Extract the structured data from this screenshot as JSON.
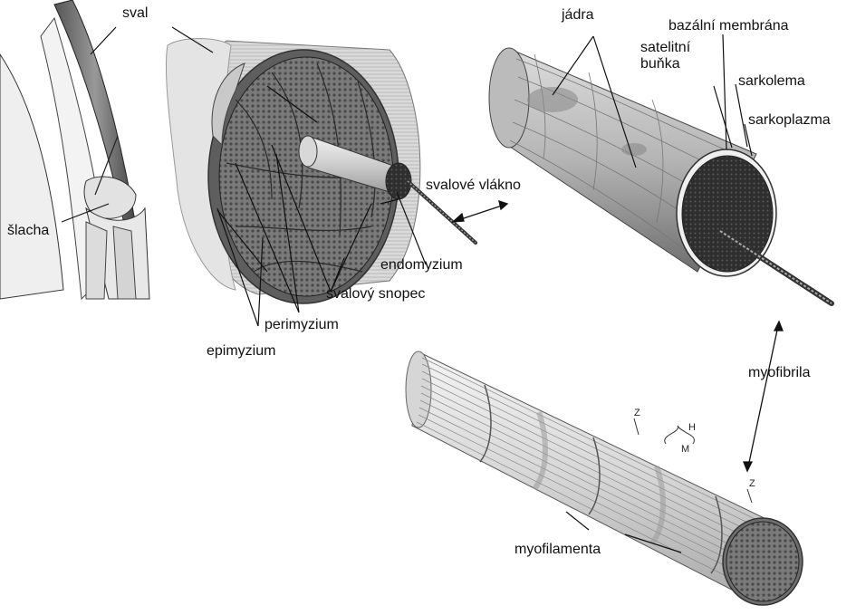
{
  "labels": {
    "sval": "sval",
    "slacha": "šlacha",
    "jadra": "jádra",
    "bazalni_membrana": "bazální membrána",
    "satelitni_line1": "satelitní",
    "satelitni_line2": "buňka",
    "sarkolema": "sarkolema",
    "sarkoplazma": "sarkoplazma",
    "svalove_vlakno": "svalové vlákno",
    "endomyzium": "endomyzium",
    "svalovy_snopec": "svalový snopec",
    "perimyzium": "perimyzium",
    "epimyzium": "epimyzium",
    "myofibrila": "myofibrila",
    "myofilamenta": "myofilamenta",
    "band_z1": "Z",
    "band_z2": "Z",
    "band_h": "H",
    "band_m": "M"
  },
  "colors": {
    "ink": "#111111",
    "fiber_dark": "#3a3a3a",
    "fiber_mid": "#8c8c8c",
    "fiber_light": "#d9d9d9",
    "bone": "#e8e8e8"
  }
}
